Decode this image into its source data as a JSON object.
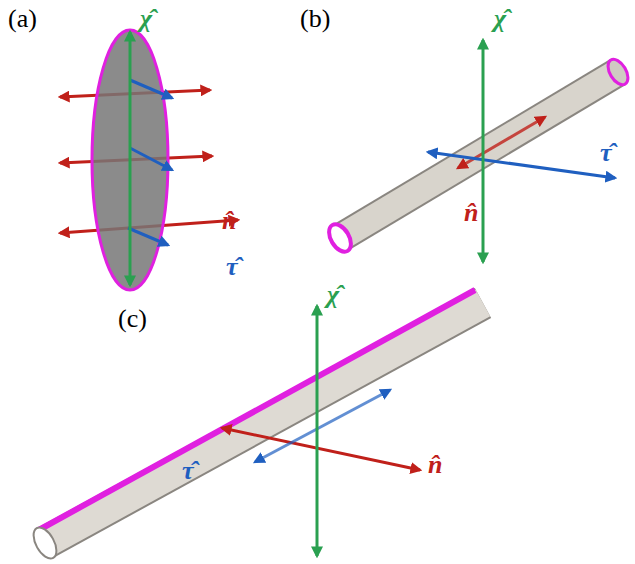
{
  "diagram": {
    "labels": [
      "(a)",
      "χ̂",
      "n̂",
      "τ̂",
      "(b)",
      "χ̂",
      "τ̂",
      "n̂",
      "(c)",
      "χ̂",
      "n̂",
      "τ̂"
    ]
  }
}
